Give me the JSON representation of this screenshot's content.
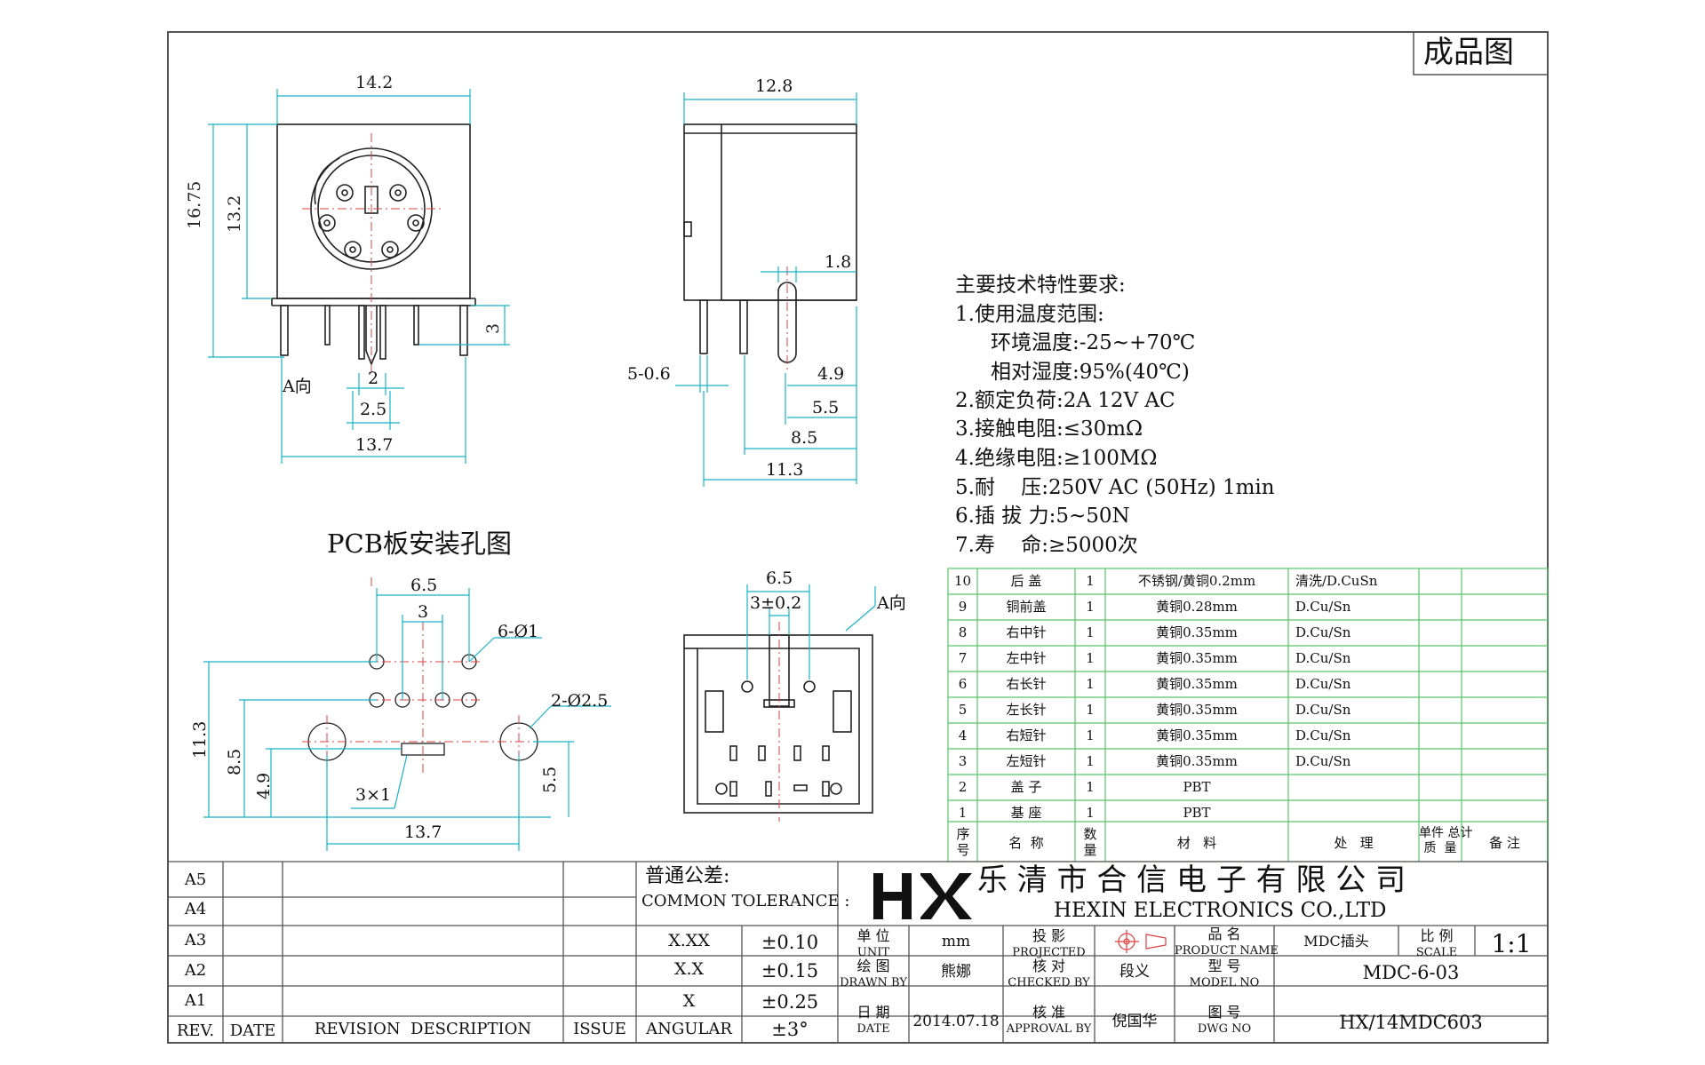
{
  "header_tag": "成品图",
  "views": {
    "front": {
      "dim_width_top": "14.2",
      "dim_height_outer": "16.75",
      "dim_height_inner": "13.2",
      "dim_pin_len": "3",
      "view_label": "A向",
      "dim_center_pin": "2",
      "dim_pin_pitch": "2.5",
      "dim_width_bottom": "13.7"
    },
    "side": {
      "dim_depth": "12.8",
      "dim_pin_w": "1.8",
      "dim_pins": "5-0.6",
      "dim_a": "4.9",
      "dim_b": "5.5",
      "dim_c": "8.5",
      "dim_d": "11.3"
    },
    "pcb": {
      "title": "PCB板安装孔图",
      "dim_outer": "6.5",
      "dim_inner": "3",
      "holes_label": "6-Ø1",
      "mount_label": "2-Ø2.5",
      "slot_label": "3×1",
      "dim_h_total": "11.3",
      "dim_h_mid": "8.5",
      "dim_h_low": "4.9",
      "dim_h_right": "5.5",
      "dim_width": "13.7"
    },
    "bottom": {
      "dim_outer": "6.5",
      "dim_inner": "3±0.2",
      "view_label": "A向"
    }
  },
  "specs": {
    "heading": "主要技术特性要求:",
    "lines": [
      "1.使用温度范围:",
      "环境温度:-25~+70℃",
      "相对湿度:95%(40℃)",
      "2.额定负荷:2A 12V AC",
      "3.接触电阻:≤30mΩ",
      "4.绝缘电阻:≥100MΩ",
      "5.耐    压:250V AC (50Hz) 1min",
      "6.插 拔 力:5~50N",
      "7.寿    命:≥5000次"
    ]
  },
  "bom": {
    "rows": [
      {
        "no": "10",
        "name": "后 盖",
        "qty": "1",
        "material": "不锈钢/黄铜0.2mm",
        "treatment": "清洗/D.CuSn"
      },
      {
        "no": "9",
        "name": "铜前盖",
        "qty": "1",
        "material": "黄铜0.28mm",
        "treatment": "D.Cu/Sn"
      },
      {
        "no": "8",
        "name": "右中针",
        "qty": "1",
        "material": "黄铜0.35mm",
        "treatment": "D.Cu/Sn"
      },
      {
        "no": "7",
        "name": "左中针",
        "qty": "1",
        "material": "黄铜0.35mm",
        "treatment": "D.Cu/Sn"
      },
      {
        "no": "6",
        "name": "右长针",
        "qty": "1",
        "material": "黄铜0.35mm",
        "treatment": "D.Cu/Sn"
      },
      {
        "no": "5",
        "name": "左长针",
        "qty": "1",
        "material": "黄铜0.35mm",
        "treatment": "D.Cu/Sn"
      },
      {
        "no": "4",
        "name": "右短针",
        "qty": "1",
        "material": "黄铜0.35mm",
        "treatment": "D.Cu/Sn"
      },
      {
        "no": "3",
        "name": "左短针",
        "qty": "1",
        "material": "黄铜0.35mm",
        "treatment": "D.Cu/Sn"
      },
      {
        "no": "2",
        "name": "盖 子",
        "qty": "1",
        "material": "PBT",
        "treatment": ""
      },
      {
        "no": "1",
        "name": "基 座",
        "qty": "1",
        "material": "PBT",
        "treatment": ""
      }
    ],
    "header": {
      "no_1": "序",
      "no_2": "号",
      "name": "名  称",
      "qty_1": "数",
      "qty_2": "量",
      "material": "材   料",
      "treatment": "处   理",
      "weight_1": "单件 总计",
      "weight_2": "质  量",
      "remark": "备 注"
    }
  },
  "revisions": {
    "rows": [
      "A5",
      "A4",
      "A3",
      "A2",
      "A1"
    ],
    "col_rev": "REV.",
    "col_date": "DATE",
    "col_desc": "REVISION  DESCRIPTION",
    "col_issue": "ISSUE"
  },
  "tolerance": {
    "title_cn": "普通公差:",
    "title_en": "COMMON TOLERANCE :",
    "rows": [
      {
        "fmt": "X.XX",
        "tol": "±0.10"
      },
      {
        "fmt": "X.X",
        "tol": "±0.15"
      },
      {
        "fmt": "X",
        "tol": "±0.25"
      },
      {
        "fmt": "ANGULAR",
        "tol": "±3°"
      }
    ]
  },
  "company": {
    "logo_text": "HX",
    "name_cn": "乐 清 市 合 信 电 子 有 限 公 司",
    "name_en": "HEXIN ELECTRONICS CO.,LTD"
  },
  "title_block": {
    "unit_cn": "单 位",
    "unit_en": "UNIT",
    "unit_val": "mm",
    "proj_cn": "投 影",
    "proj_en": "PROJECTED",
    "prod_cn": "品 名",
    "prod_en": "PRODUCT NAME",
    "prod_val": "MDC插头",
    "scale_cn": "比 例",
    "scale_en": "SCALE",
    "scale_val": "1:1",
    "drawn_cn": "绘 图",
    "drawn_en": "DRAWN BY",
    "drawn_val": "熊娜",
    "checked_cn": "核 对",
    "checked_en": "CHECKED BY",
    "checked_val": "段义",
    "model_cn": "型 号",
    "model_en": "MODEL NO",
    "model_val": "MDC-6-03",
    "date_cn": "日 期",
    "date_en": "DATE",
    "date_val": "2014.07.18",
    "approval_cn": "核 准",
    "approval_en": "APPROVAL BY",
    "approval_val": "倪国华",
    "dwg_cn": "图 号",
    "dwg_en": "DWG NO",
    "dwg_val": "HX/14MDC603"
  },
  "colors": {
    "dimension": "#17b3c8",
    "table_grid": "#59c46a",
    "outline": "#222222"
  }
}
